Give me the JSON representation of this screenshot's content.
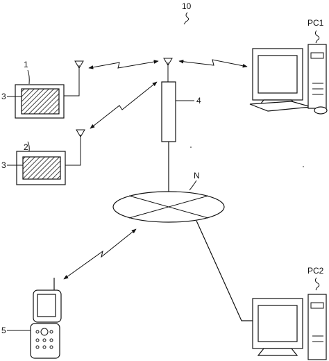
{
  "labels": {
    "system": "10",
    "terminal_1": "1",
    "terminal_2": "2",
    "screen_3a": "3",
    "screen_3b": "3",
    "base_station": "4",
    "network": "N",
    "mobile_phone": "5",
    "pc1": "PC1",
    "pc2": "PC2"
  }
}
